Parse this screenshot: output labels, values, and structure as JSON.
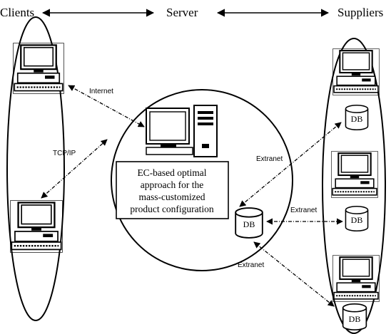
{
  "headers": {
    "clients": "Clients",
    "server": "Server",
    "suppliers": "Suppliers"
  },
  "links": {
    "internet": "Internet",
    "tcpip": "TCP/IP",
    "extranet_top": "Extranet",
    "extranet_mid": "Extranet",
    "extranet_bottom": "Extranet"
  },
  "approach_box": {
    "line1": "EC-based optimal",
    "line2": "approach for the",
    "line3": "mass-customized",
    "line4": "product configuration"
  },
  "databases": {
    "server": "DB",
    "supplier_top": "DB",
    "supplier_mid": "DB",
    "supplier_bottom": "DB"
  }
}
